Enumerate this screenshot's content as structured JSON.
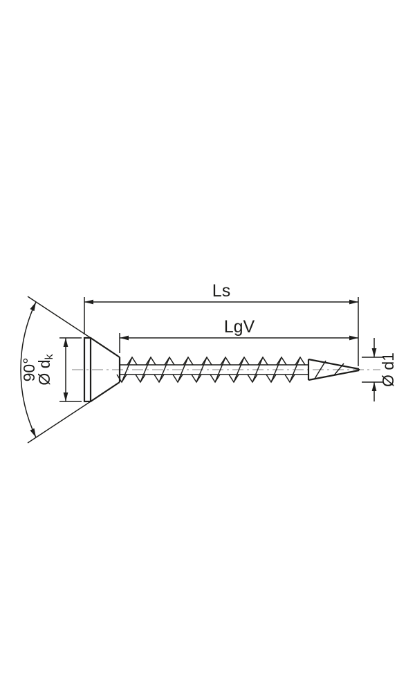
{
  "diagram": {
    "type": "technical-drawing",
    "subject": "countersunk-screw-side-view-with-dimensions",
    "labels": {
      "total_length": "Ls",
      "thread_length": "LgV",
      "head_angle": "90°",
      "head_diameter_prefix": "Ø d",
      "head_diameter_subscript": "k",
      "shank_diameter": "Ø d1"
    },
    "colors": {
      "line": "#1d1d1b",
      "centerline": "#9a9a9a",
      "background": "#ffffff"
    }
  }
}
